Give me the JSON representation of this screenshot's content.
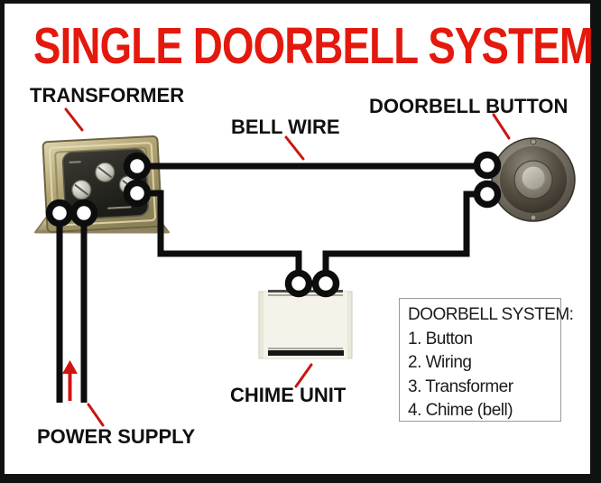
{
  "title": "SINGLE DOORBELL SYSTEM",
  "labels": {
    "transformer": "TRANSFORMER",
    "bell_wire": "BELL WIRE",
    "doorbell_button": "DOORBELL BUTTON",
    "chime_unit": "CHIME UNIT",
    "power_supply": "POWER SUPPLY"
  },
  "info_box": {
    "heading": "DOORBELL SYSTEM:",
    "items": [
      "1. Button",
      "2. Wiring",
      "3. Transformer",
      "4. Chime (bell)"
    ]
  },
  "colors": {
    "title_red": "#e4190e",
    "pointer_red": "#c81712",
    "wire_black": "#0d0d0d",
    "transformer_brass": "#b3a576",
    "chime_cream": "#f4f2e9",
    "button_pewter": "#5b554a"
  }
}
